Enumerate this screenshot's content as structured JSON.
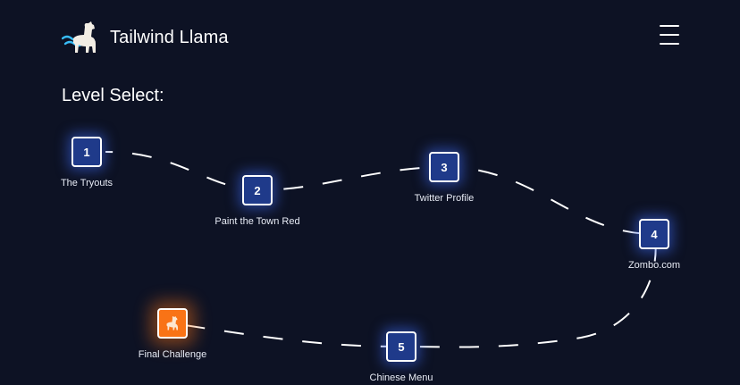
{
  "header": {
    "title": "Tailwind Llama",
    "logo_icon": "llama-logo-icon",
    "menu_icon": "hamburger-menu-icon"
  },
  "page": {
    "title": "Level Select:"
  },
  "colors": {
    "background": "#0d1224",
    "level_fill": "#1f3a8a",
    "final_fill": "#f97316",
    "text": "#ffffff"
  },
  "levels": [
    {
      "number": "1",
      "name": "The Tryouts"
    },
    {
      "number": "2",
      "name": "Paint the Town Red"
    },
    {
      "number": "3",
      "name": "Twitter Profile"
    },
    {
      "number": "4",
      "name": "Zombo.com"
    },
    {
      "number": "5",
      "name": "Chinese Menu"
    }
  ],
  "final_level": {
    "name": "Final Challenge",
    "icon": "llama-silhouette-icon"
  }
}
